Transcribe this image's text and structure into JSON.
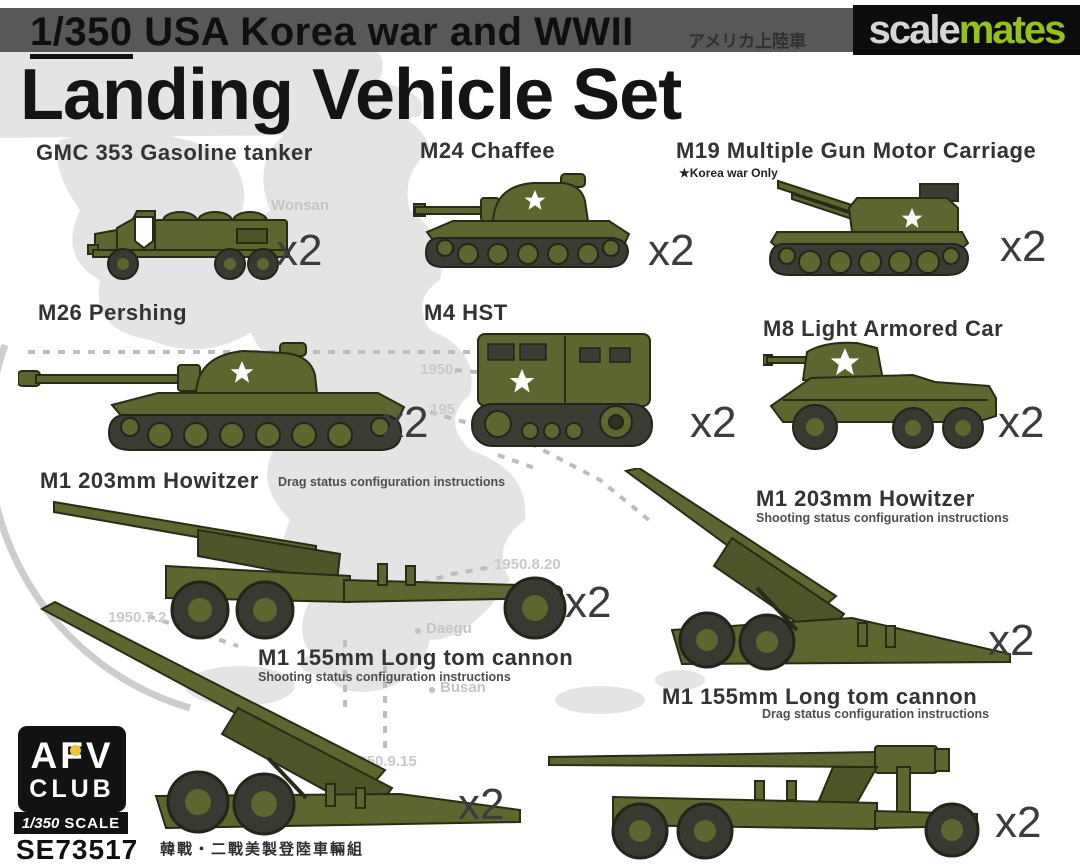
{
  "header": {
    "scale_prefix": "1/350",
    "title_line": " USA Korea war and WWII",
    "subtitle_jp": "アメリカ上陸車",
    "main_title": "Landing Vehicle Set",
    "watermark": {
      "part1": "scale",
      "part2": "mates"
    }
  },
  "vehicles": [
    {
      "name": "GMC 353 Gasoline tanker",
      "qty": "x2"
    },
    {
      "name": "M24 Chaffee",
      "qty": "x2"
    },
    {
      "name": "M19 Multiple Gun Motor Carriage",
      "note": "★Korea war Only",
      "qty": "x2"
    },
    {
      "name": "M26 Pershing",
      "qty": "x2"
    },
    {
      "name": "M4 HST",
      "qty": "x2"
    },
    {
      "name": "M8 Light Armored Car",
      "qty": "x2"
    },
    {
      "name": "M1 203mm Howitzer",
      "sub": "Drag status configuration instructions",
      "qty": "x2"
    },
    {
      "name": "M1 203mm Howitzer",
      "sub": "Shooting status configuration instructions",
      "qty": "x2"
    },
    {
      "name": "M1 155mm Long tom cannon",
      "sub": "Shooting status configuration instructions",
      "qty": "x2"
    },
    {
      "name": "M1 155mm Long tom cannon",
      "sub": "Drag status configuration instructions",
      "qty": "x2"
    }
  ],
  "map": {
    "cities": [
      "Wonsan",
      "Daegu",
      "Busan"
    ],
    "dates": [
      "1950.8.20",
      "1950.7.2",
      "1950.9.15",
      "1950.",
      "195"
    ]
  },
  "brand": {
    "logo_top": "AFV",
    "logo_bottom": "CLUB",
    "scale_num": "1/350",
    "scale_word": "SCALE",
    "item_no": "SE73517",
    "footer_cjk": "韓戰・二戰美製登陸車輛組"
  },
  "colors": {
    "olive": "#5c672f",
    "track": "#3a3b32",
    "band_gray": "#57585a",
    "map_gray": "#e4e4e4",
    "watermark_green": "#94c11e"
  }
}
